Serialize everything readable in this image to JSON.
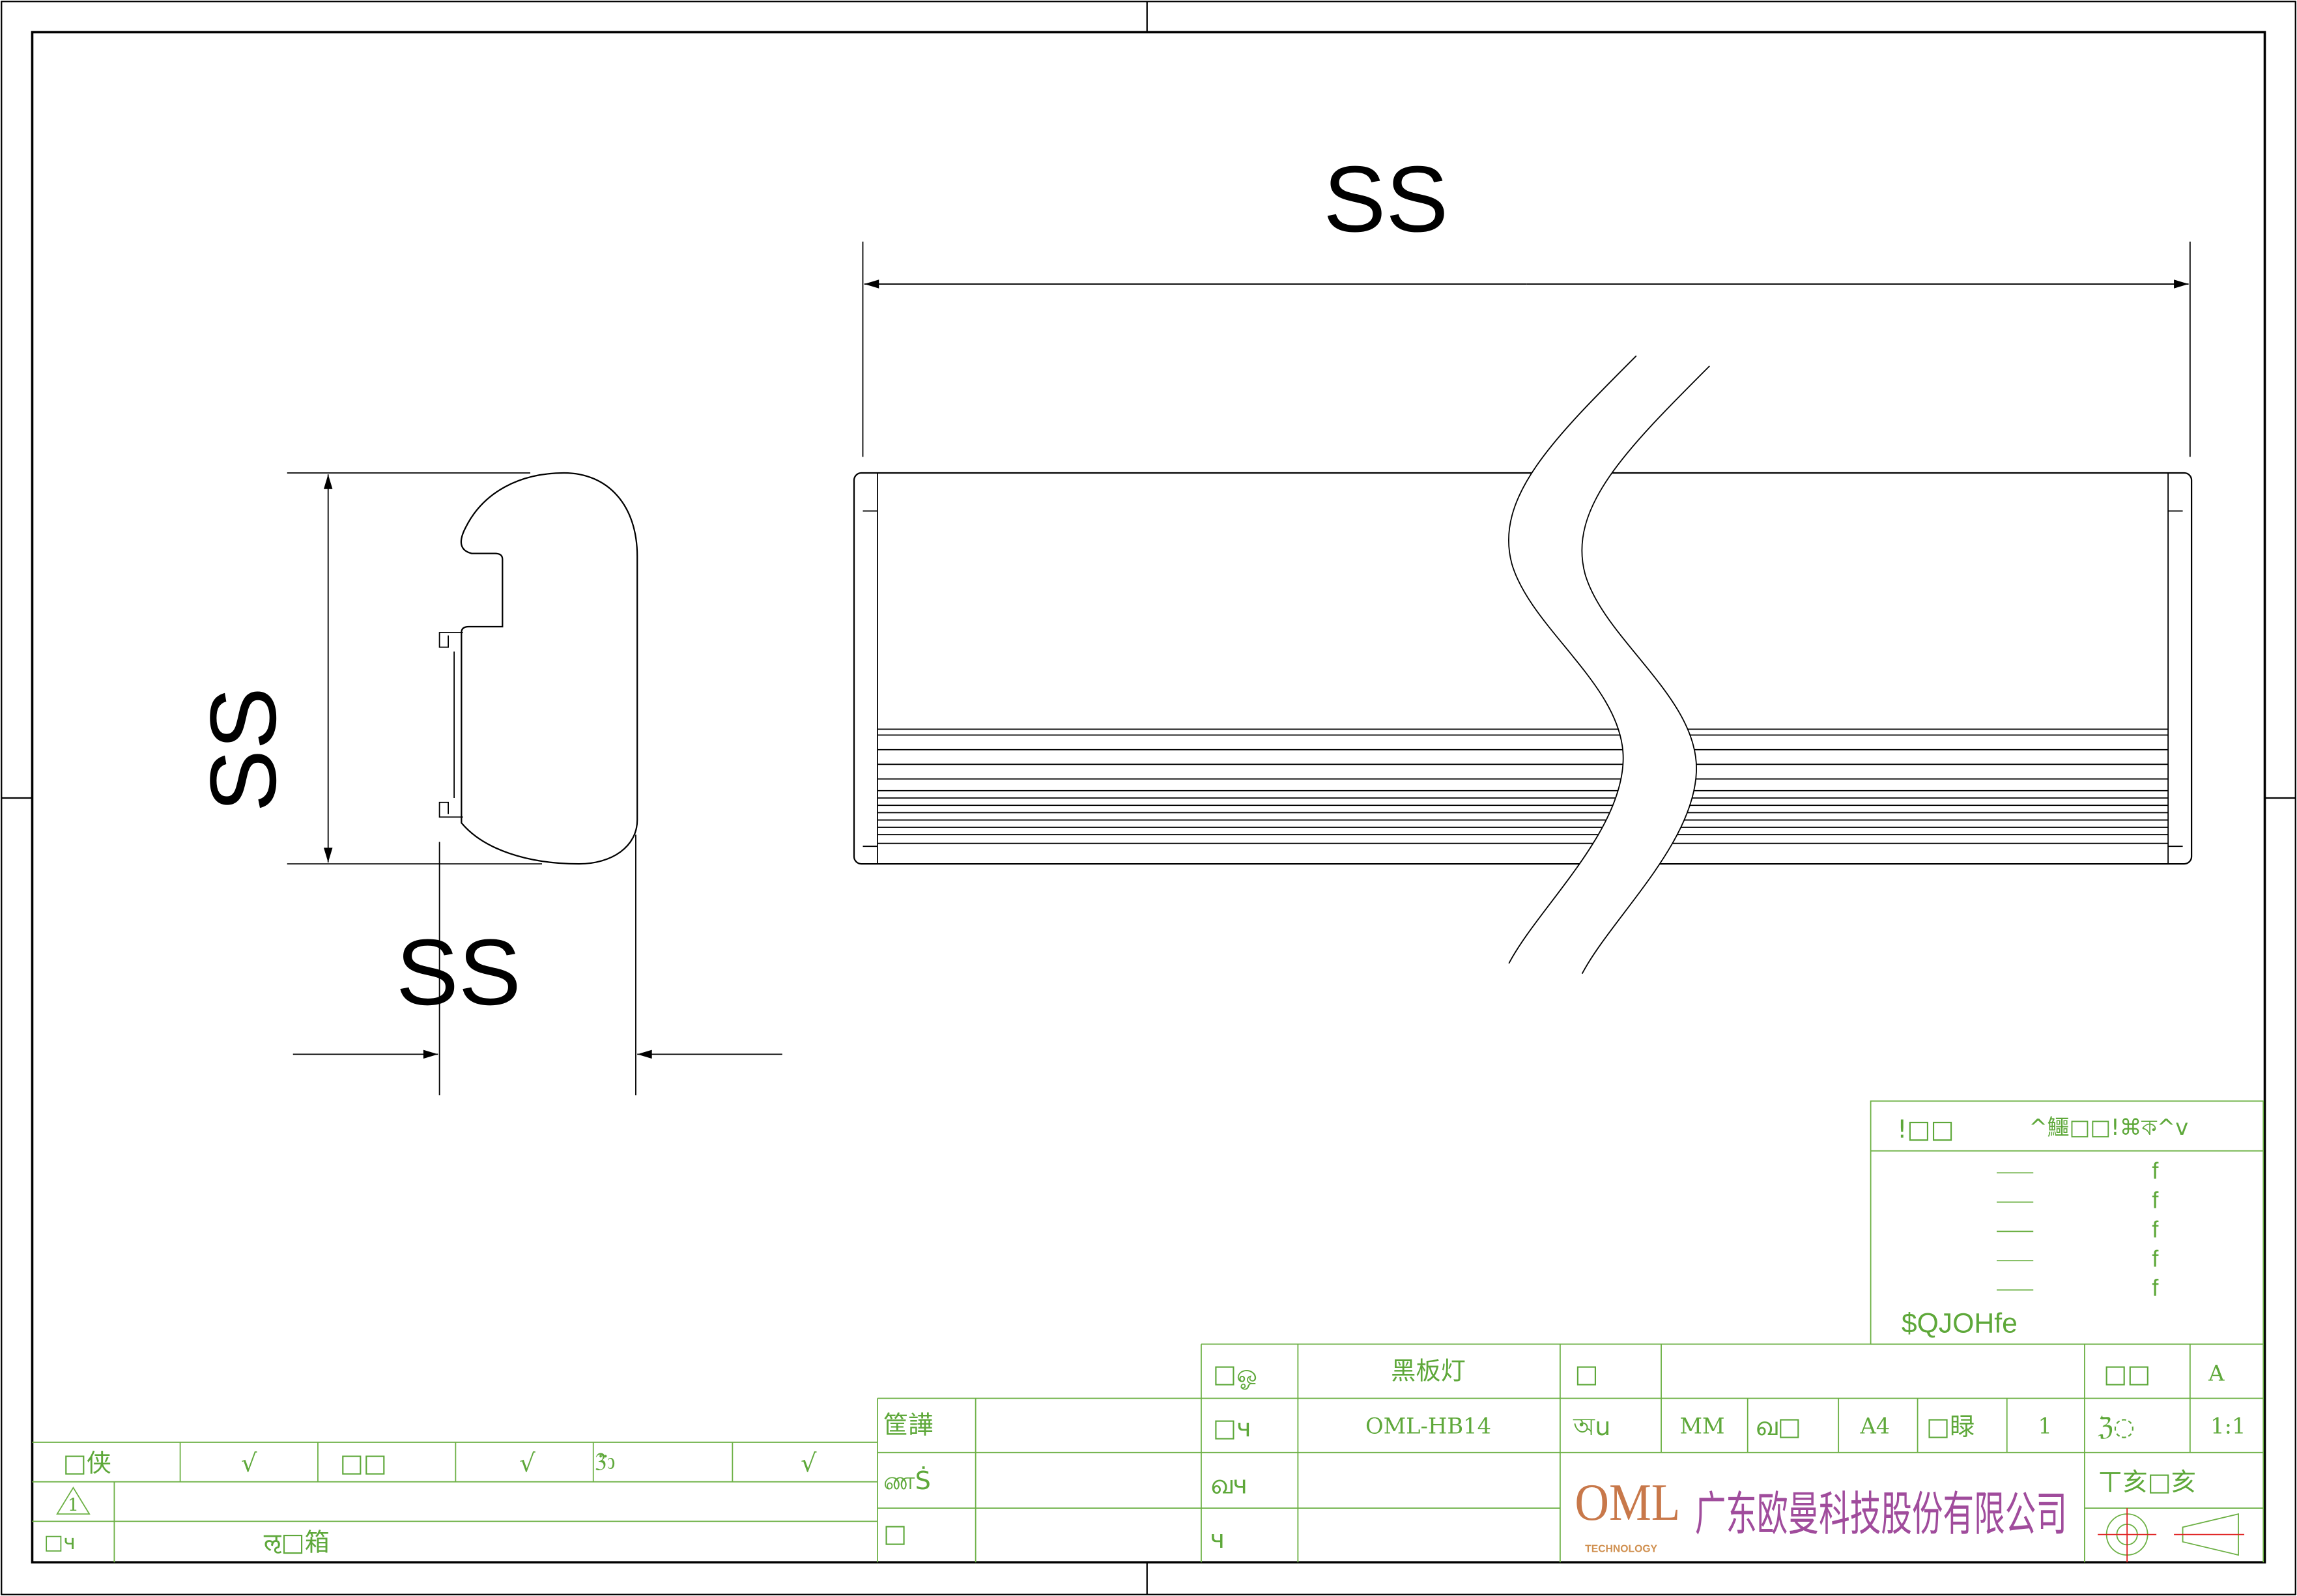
{
  "dimensions": {
    "length_label": "SS",
    "height_label": "SS",
    "width_label": "SS"
  },
  "tolerance_block": {
    "header_left": "!□□",
    "header_right": "^鱷□□!⌘ক^v",
    "rows": [
      {
        "value": "f"
      },
      {
        "value": "f"
      },
      {
        "value": "f"
      },
      {
        "value": "f"
      },
      {
        "value": "f"
      }
    ],
    "footer": "$QJOHfe"
  },
  "title_block": {
    "name_label": "□ஓ",
    "name_value": "黑板灯",
    "material_label": "□",
    "material_value": "",
    "sheet_label": "□□",
    "sheet_value": "A",
    "designer_label": "筐譁",
    "model_label": "□ч",
    "model_value": "OML-HB14",
    "unit_label": "অu",
    "unit_value": "MM",
    "size_label": "ഖ□",
    "size_value": "A4",
    "qty_label": "□睩",
    "qty_value": "1",
    "scale_label": "ℨ◌",
    "scale_value": "1:1",
    "checker_label": "ணṠ",
    "reviewer_label": "ഖч",
    "approver_label": "□",
    "date_label": "ч",
    "projection_label": "ㄒ亥□亥",
    "company_logo": "OML",
    "company_logo_sub": "TECHNOLOGY",
    "company_name": "广东欧曼科技股份有限公司"
  },
  "revision_table": {
    "checks": [
      {
        "label": "□侠",
        "mark": "√"
      },
      {
        "label": "□□",
        "mark": "√"
      },
      {
        "label": "3̈ා",
        "mark": "√"
      }
    ],
    "revision_symbol": "1",
    "note_label": "□ч",
    "note_value": "ऌ□箱"
  },
  "colors": {
    "line": "#000000",
    "table": "#6cb044",
    "logo": "#c8784a",
    "company": "#a04c9c"
  }
}
